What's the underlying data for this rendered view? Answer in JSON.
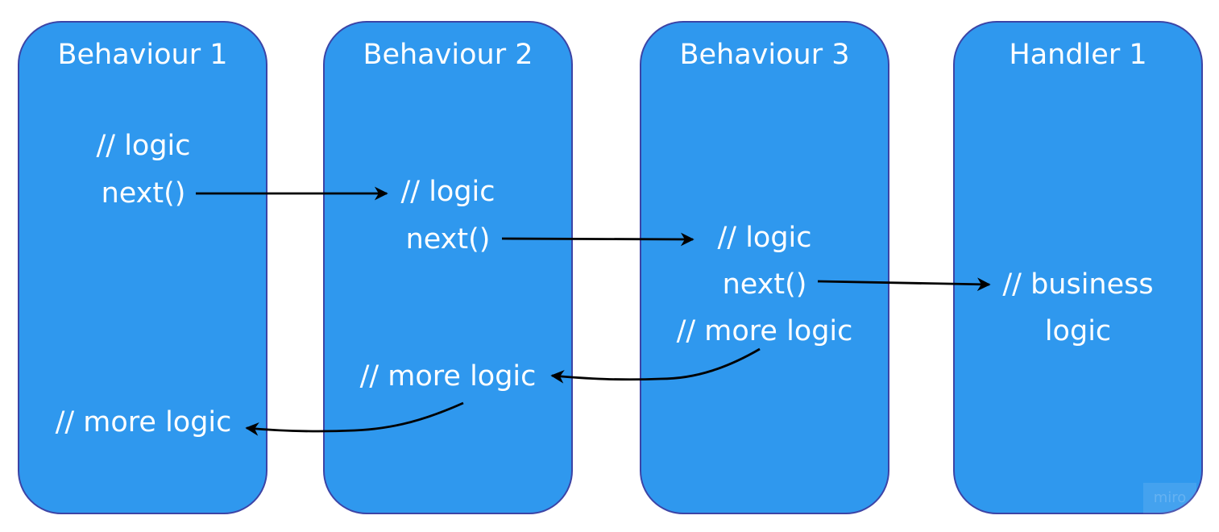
{
  "colors": {
    "lane_fill": "#2f98ee",
    "lane_border": "#3c44a6",
    "text": "#ffffff",
    "arrow": "#000000"
  },
  "lanes": [
    {
      "title": "Behaviour 1",
      "logic": "// logic",
      "next": "next()",
      "more": "// more logic"
    },
    {
      "title": "Behaviour 2",
      "logic": "// logic",
      "next": "next()",
      "more": "// more logic"
    },
    {
      "title": "Behaviour 3",
      "logic": "// logic",
      "next": "next()",
      "more": "// more logic"
    },
    {
      "title": "Handler 1",
      "business_line1": "// business",
      "business_line2": "logic"
    }
  ],
  "watermark": "miro"
}
